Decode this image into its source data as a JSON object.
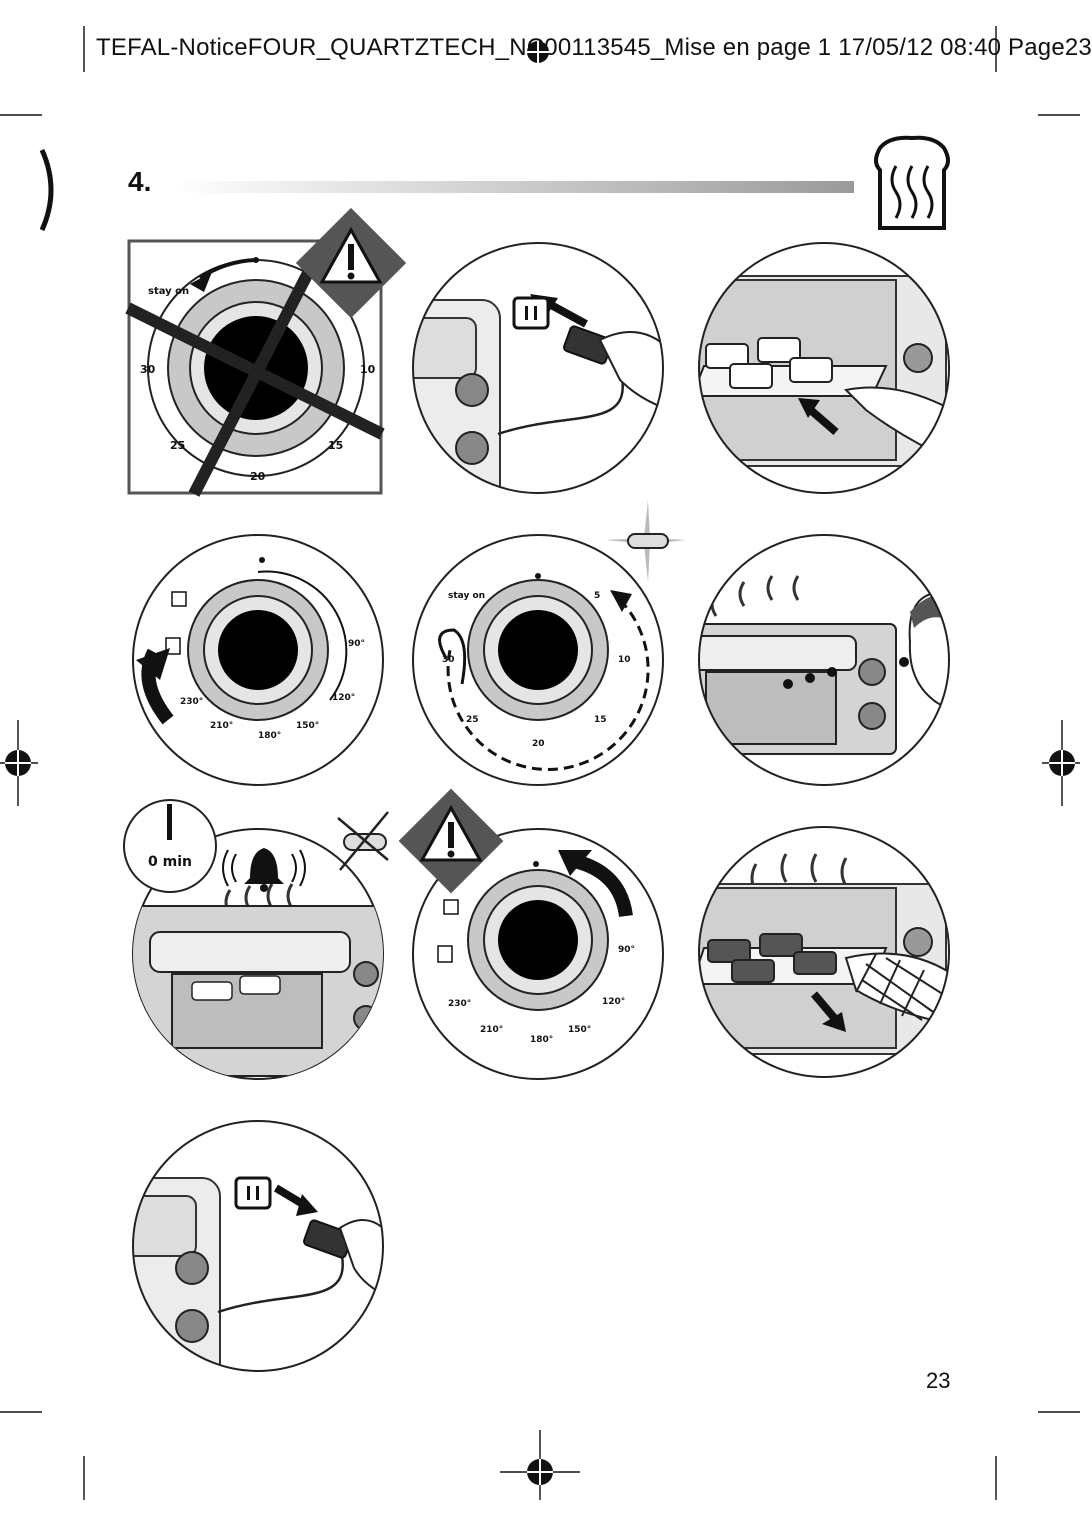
{
  "header": {
    "title": "TEFAL-NoticeFOUR_QUARTZTECH_NC00113545_Mise en page 1  17/05/12  08:40  Page23"
  },
  "step": {
    "number": "4."
  },
  "page_number": "23",
  "dial_timer": {
    "stay_on": "stay on",
    "marks": [
      "5",
      "10",
      "15",
      "20",
      "25",
      "30"
    ]
  },
  "dial_temperature": {
    "marks": [
      "90°",
      "120°",
      "150°",
      "180°",
      "210°",
      "230°"
    ]
  },
  "timer_zero": "0 min",
  "icons": [
    "toast-icon",
    "warning-icon",
    "plug-socket-icon",
    "bell-icon",
    "oven-icon"
  ]
}
